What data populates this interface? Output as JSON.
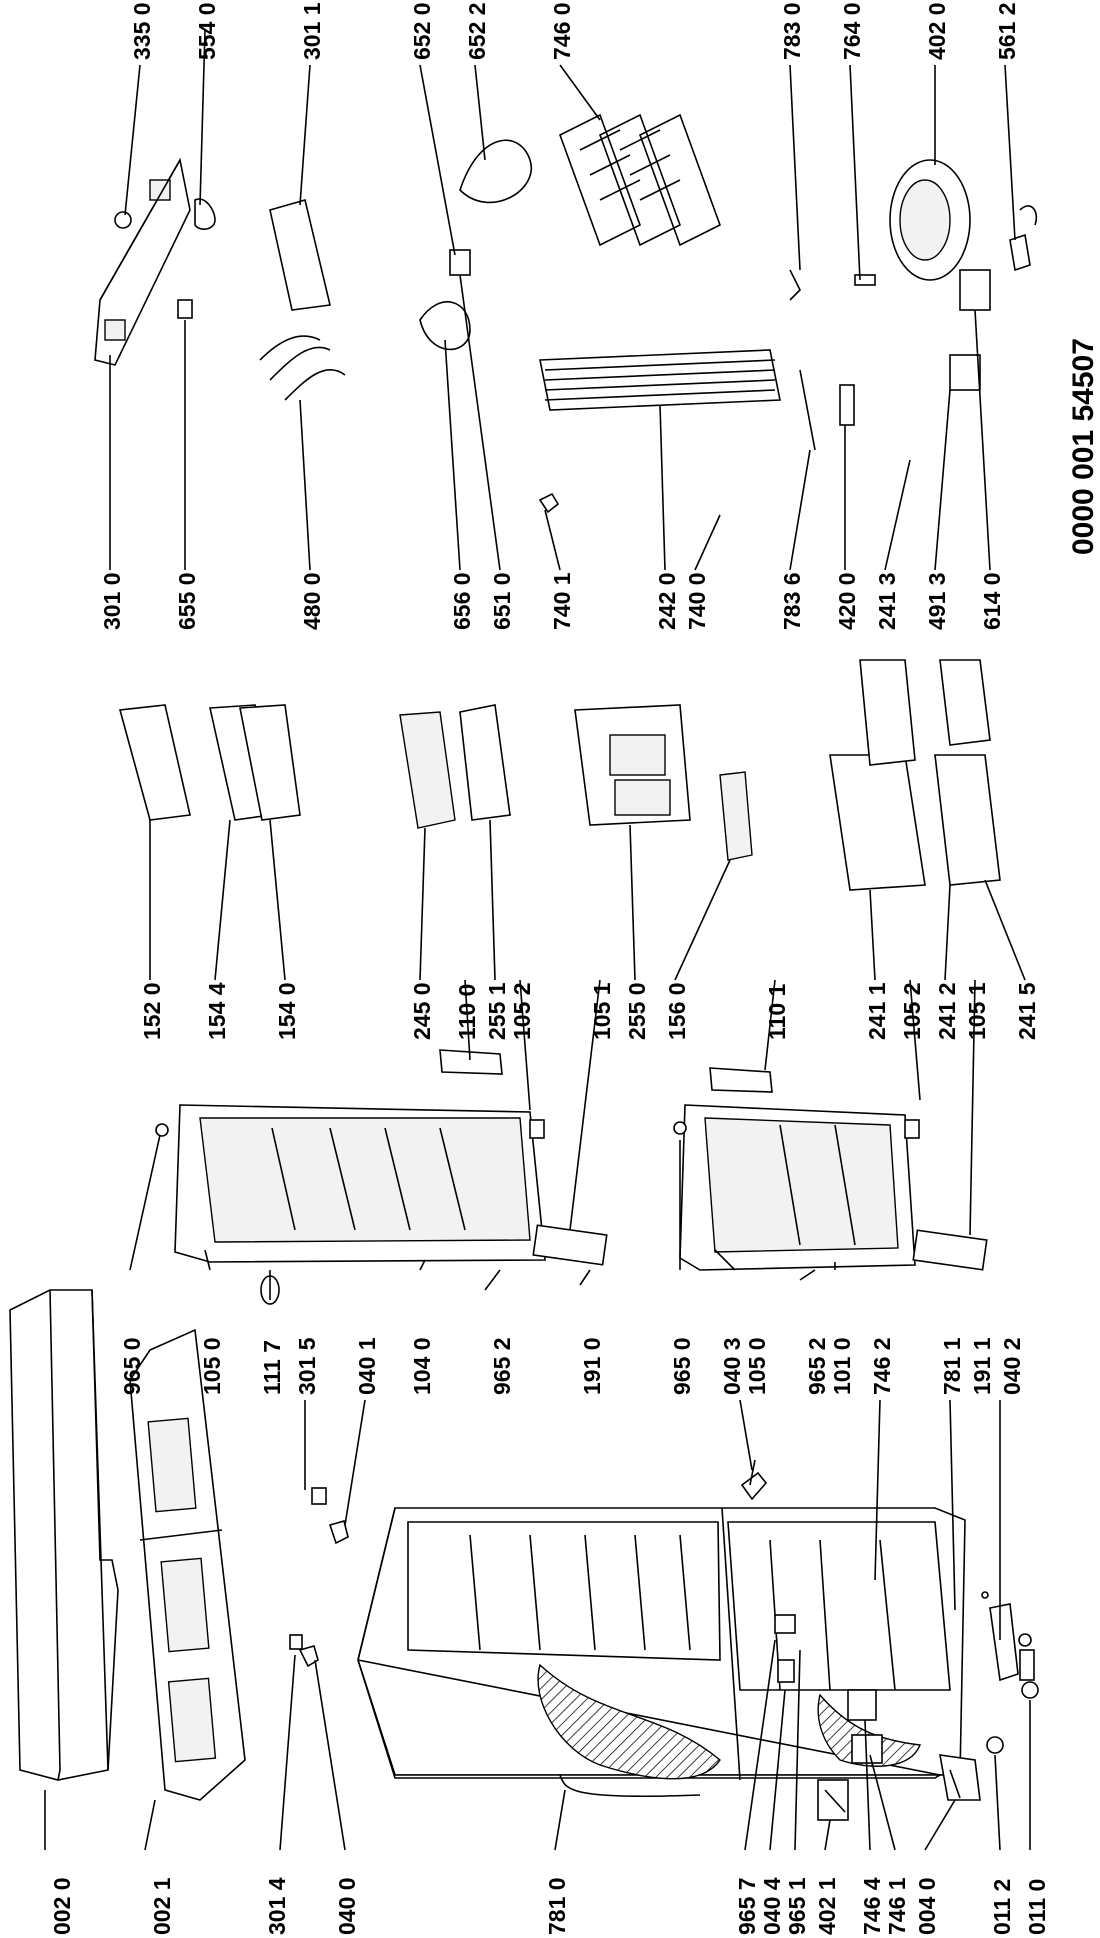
{
  "drawing_number": "0000 001 54507",
  "labels": [
    "002 0",
    "002 1",
    "301 4",
    "040 0",
    "781 0",
    "965 7",
    "040 4",
    "965 1",
    "402 1",
    "746 4",
    "746 1",
    "004 0",
    "011 2",
    "011 0",
    "965 0",
    "105 0",
    "111 7",
    "301 5",
    "040 1",
    "104 0",
    "965 2",
    "191 0",
    "965 0",
    "040 3",
    "105 0",
    "965 2",
    "101 0",
    "746 2",
    "781 1",
    "191 1",
    "040 2",
    "152 0",
    "154 4",
    "154 0",
    "245 0",
    "110 0",
    "255 1",
    "105 2",
    "105 1",
    "255 0",
    "156 0",
    "110 1",
    "241 1",
    "105 2",
    "241 2",
    "105 1",
    "241 5",
    "301 0",
    "655 0",
    "480 0",
    "656 0",
    "651 0",
    "740 1",
    "242 0",
    "740 0",
    "783 6",
    "420 0",
    "241 3",
    "491 3",
    "614 0",
    "335 0",
    "554 0",
    "301 1",
    "652 0",
    "652 2",
    "746 0",
    "783 0",
    "764 0",
    "402 0",
    "561 2"
  ]
}
